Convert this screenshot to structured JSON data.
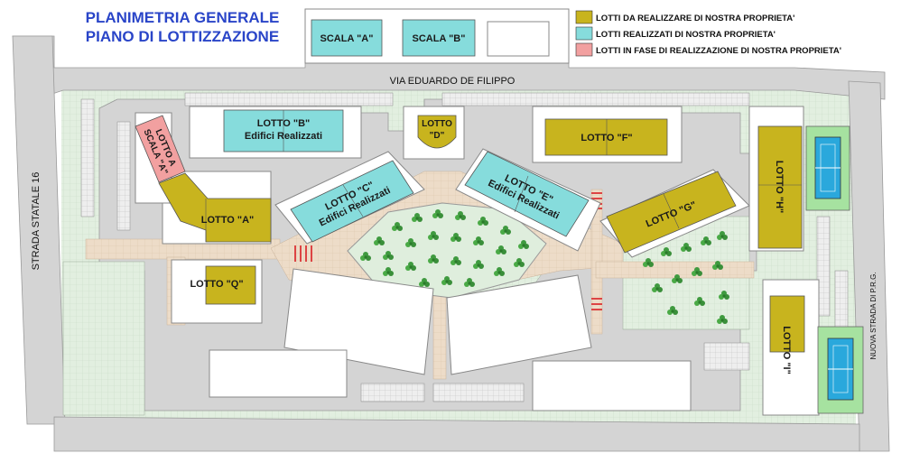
{
  "title": {
    "line1": "PLANIMETRIA GENERALE",
    "line2": "PIANO DI LOTTIZZAZIONE"
  },
  "colors": {
    "da_realizzare": "#c8b41e",
    "realizzati": "#86dcdc",
    "in_fase": "#f2a0a0",
    "road": "#d4d4d4",
    "green": "#dfeedd",
    "plaza": "#ecd8c4",
    "tree": "#3f9a3f",
    "court_outer": "#a6e2a0",
    "court_inner": "#2aa8dc"
  },
  "legend": [
    {
      "label": "LOTTI DA REALIZZARE DI NOSTRA PROPRIETA'",
      "color": "#c8b41e"
    },
    {
      "label": "LOTTI REALIZZATI DI NOSTRA PROPRIETA'",
      "color": "#86dcdc"
    },
    {
      "label": "LOTTI IN FASE DI REALIZZAZIONE DI NOSTRA PROPRIETA'",
      "color": "#f2a0a0"
    }
  ],
  "roads": {
    "via_eduardo": "VIA EDUARDO DE FILIPPO",
    "strada_statale": "STRADA STATALE 16",
    "nuova_strada": "NUOVA STRADA DI P.R.G."
  },
  "lots": {
    "scala_a": "SCALA \"A\"",
    "scala_b": "SCALA \"B\"",
    "lotto_a_scala_line1": "LOTTO A",
    "lotto_a_scala_line2": "SCALA \"A\"",
    "lotto_b_line1": "LOTTO \"B\"",
    "lotto_b_line2": "Edifici Realizzati",
    "lotto_d_line1": "LOTTO",
    "lotto_d_line2": "\"D\"",
    "lotto_f": "LOTTO \"F\"",
    "lotto_a": "LOTTO \"A\"",
    "lotto_c_line1": "LOTTO \"C\"",
    "lotto_c_line2": "Edifici Realizzati",
    "lotto_e_line1": "LOTTO \"E\"",
    "lotto_e_line2": "Edifici Realizzati",
    "lotto_g": "LOTTO \"G\"",
    "lotto_h": "LOTTO \"H\"",
    "lotto_q": "LOTTO \"Q\"",
    "lotto_i": "LOTTO \"I\""
  }
}
